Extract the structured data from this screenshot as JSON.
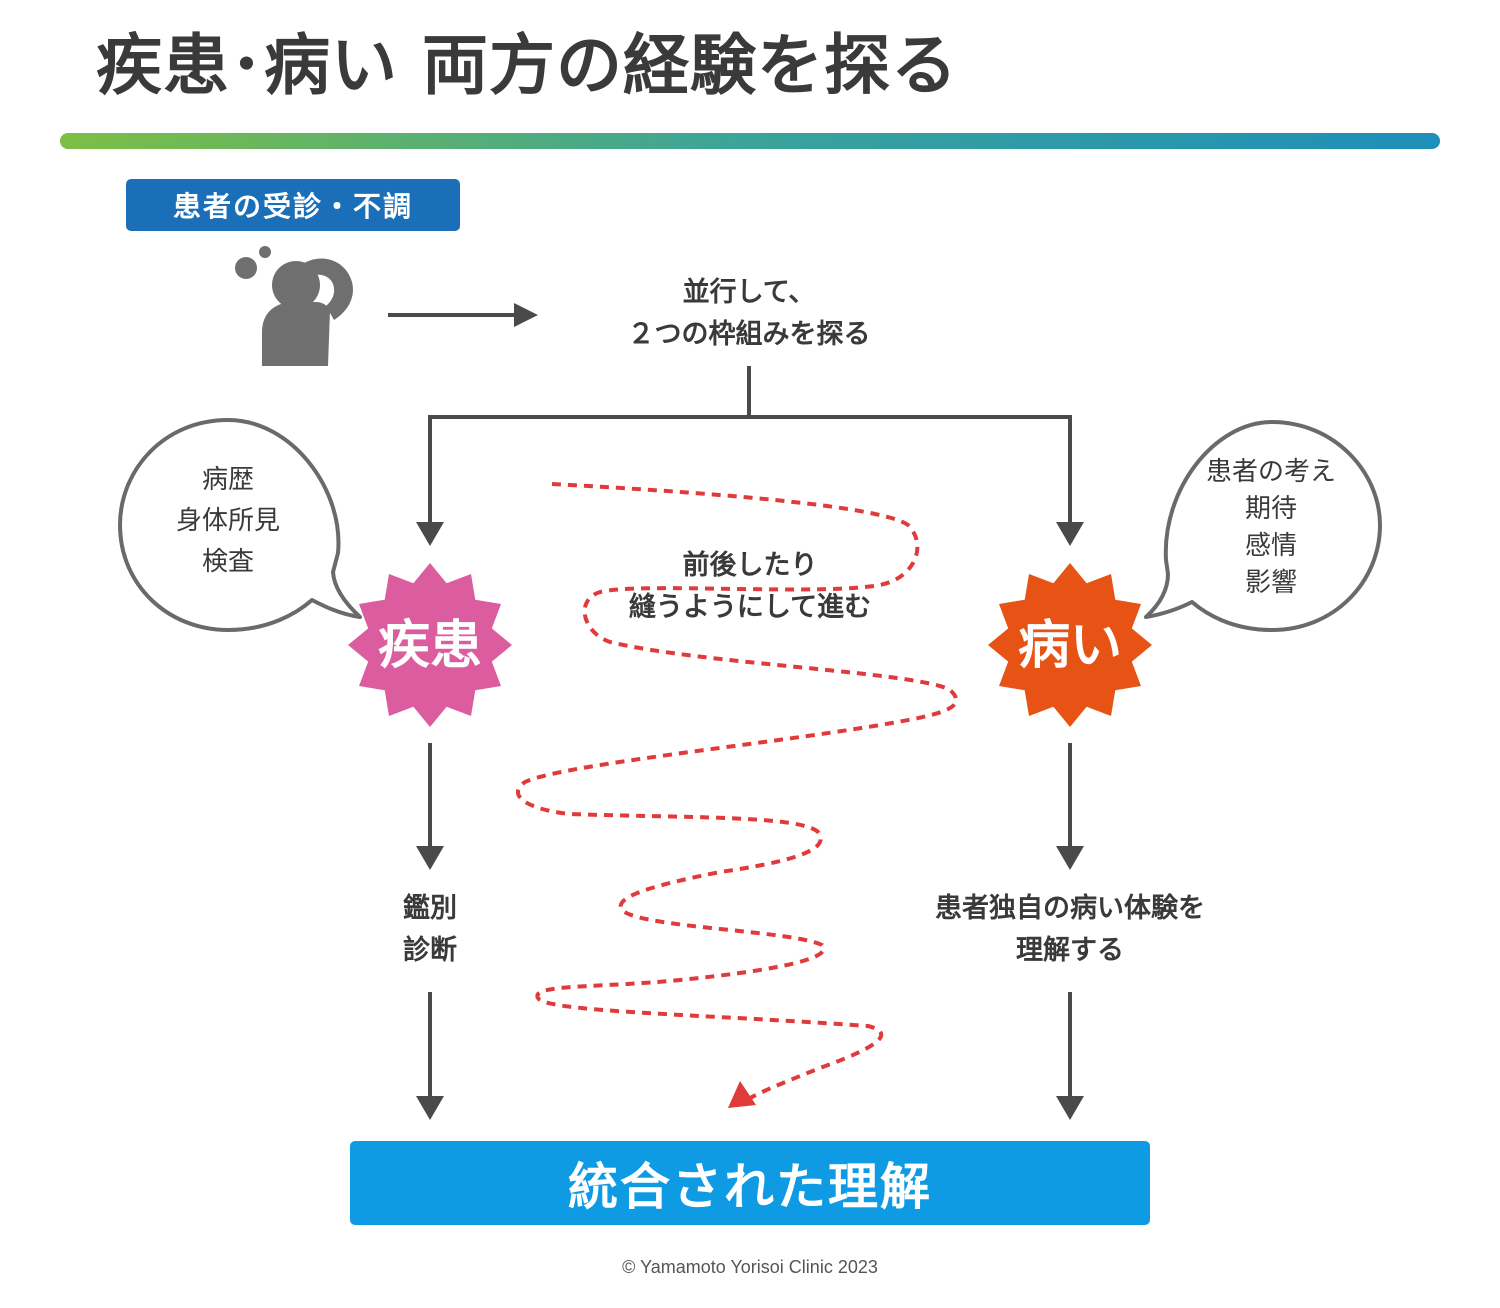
{
  "title": "疾患･病い 両方の経験を探る",
  "patient_label": "患者の受診・不調",
  "parallel_text": [
    "並行して、",
    "２つの枠組みを探る"
  ],
  "zigzag_text": [
    "前後したり",
    "縫うようにして進む"
  ],
  "disease": {
    "label": "疾患",
    "color": "#dc5ca0",
    "bubble": [
      "病歴",
      "身体所見",
      "検査"
    ],
    "outcome": [
      "鑑別",
      "診断"
    ]
  },
  "illness": {
    "label": "病い",
    "color": "#e65314",
    "bubble": [
      "患者の考え",
      "期待",
      "感情",
      "影響"
    ],
    "outcome": [
      "患者独自の病い体験を",
      "理解する"
    ]
  },
  "result": "統合された理解",
  "copyright": "© Yamamoto Yorisoi Clinic 2023",
  "colors": {
    "dark": "#4a4a4a",
    "dashed_path": "#e03a3a",
    "result_box": "#0e9be3",
    "patient_label": "#1b6fb9"
  },
  "icons": [
    "person-headache-icon"
  ]
}
